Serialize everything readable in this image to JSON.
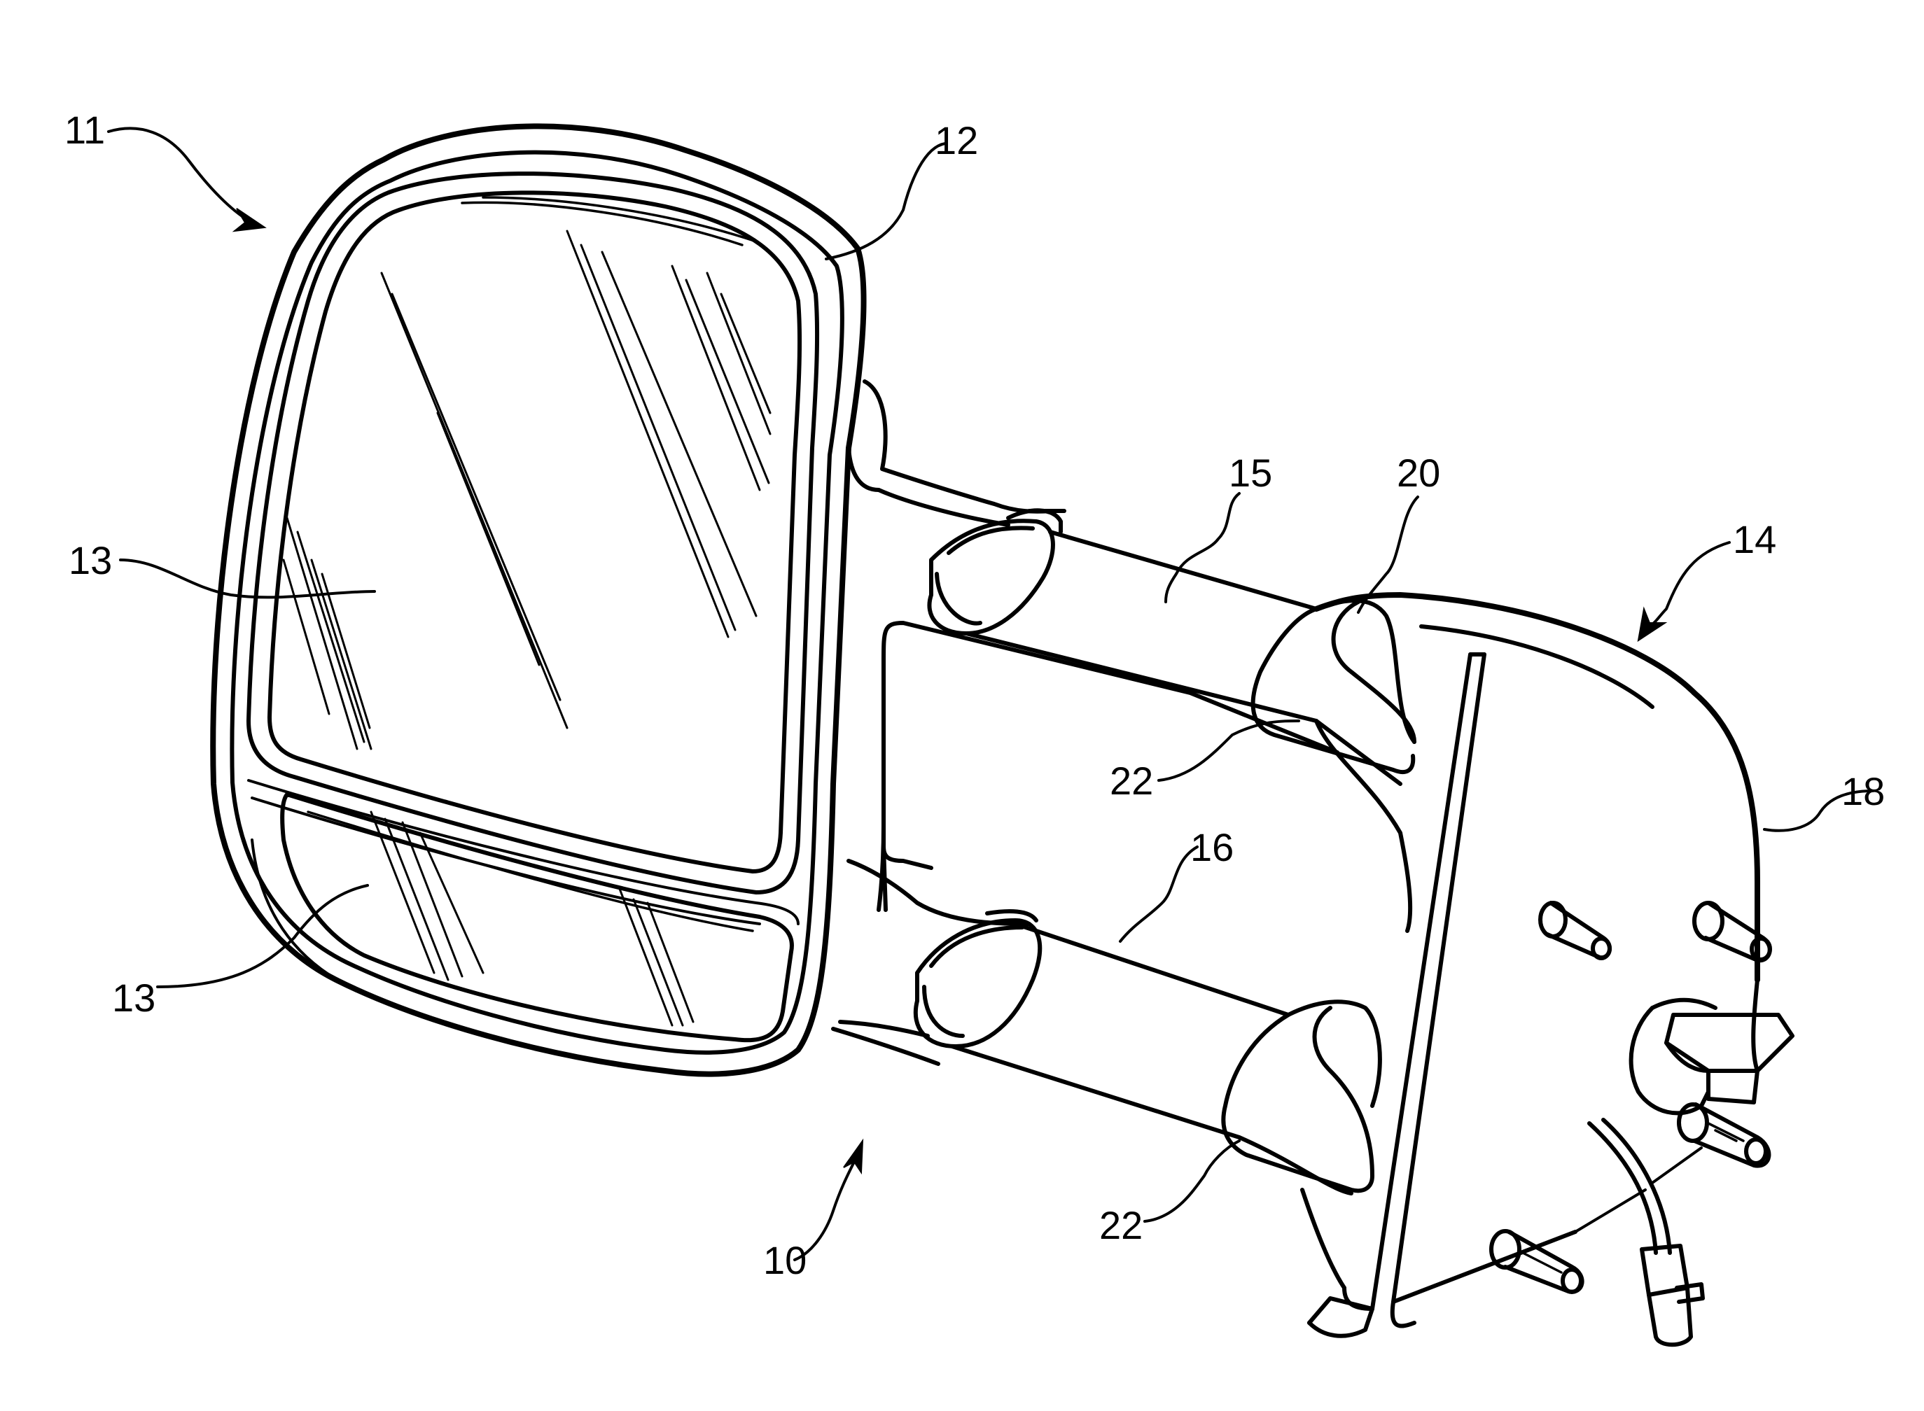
{
  "figure": {
    "reference_labels": [
      "11",
      "12",
      "13",
      "13",
      "15",
      "20",
      "14",
      "22",
      "18",
      "16",
      "22",
      "10"
    ]
  }
}
